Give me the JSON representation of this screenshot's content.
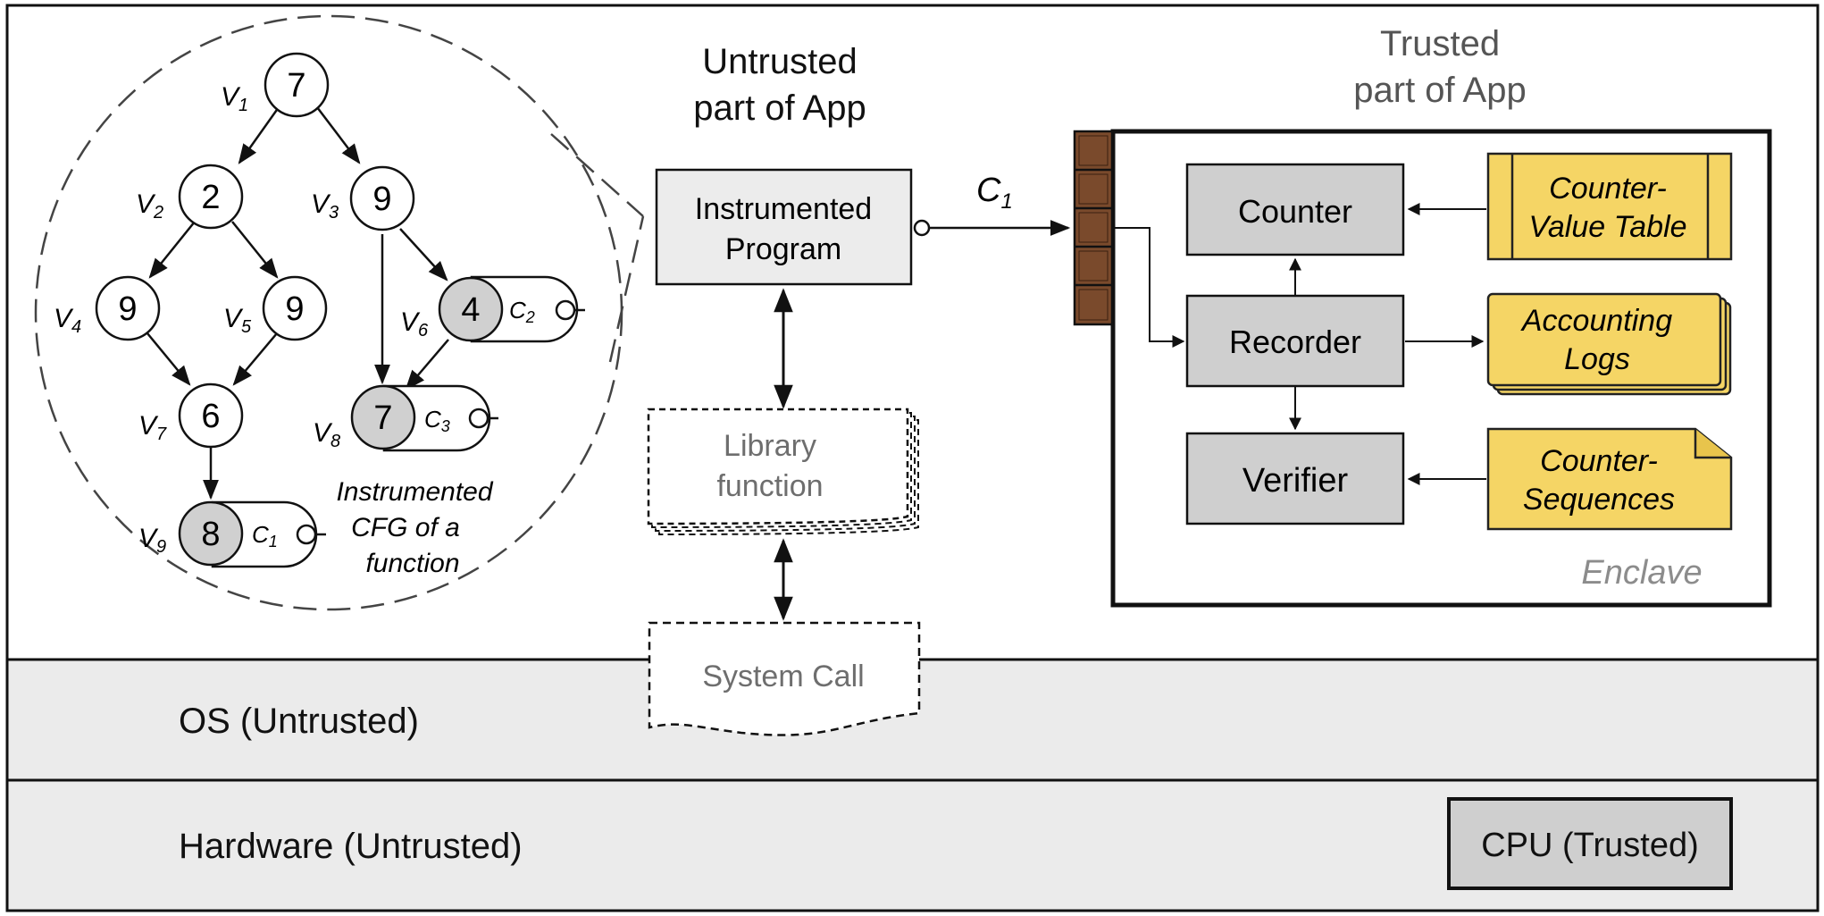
{
  "layers": {
    "os": "OS (Untrusted)",
    "hardware": "Hardware (Untrusted)",
    "cpu": "CPU (Trusted)"
  },
  "headings": {
    "untrusted": [
      "Untrusted",
      "part of App"
    ],
    "trusted": [
      "Trusted",
      "part of App"
    ]
  },
  "untrusted_side": {
    "program": [
      "Instrumented",
      "Program"
    ],
    "library": [
      "Library",
      "function"
    ],
    "syscall": "System Call",
    "call_label": "C",
    "call_sub": "1"
  },
  "enclave": {
    "label": "Enclave",
    "counter": "Counter",
    "recorder": "Recorder",
    "verifier": "Verifier",
    "counter_value_table": [
      "Counter-",
      "Value Table"
    ],
    "accounting_logs": [
      "Accounting",
      "Logs"
    ],
    "counter_sequences": [
      "Counter-",
      "Sequences"
    ]
  },
  "cfg": {
    "caption": [
      "Instrumented",
      "CFG of a",
      "function"
    ],
    "nodes": [
      {
        "id": "v1",
        "label": "V",
        "sub": "1",
        "value": "7",
        "instrumented": false
      },
      {
        "id": "v2",
        "label": "V",
        "sub": "2",
        "value": "2",
        "instrumented": false
      },
      {
        "id": "v3",
        "label": "V",
        "sub": "3",
        "value": "9",
        "instrumented": false
      },
      {
        "id": "v4",
        "label": "V",
        "sub": "4",
        "value": "9",
        "instrumented": false
      },
      {
        "id": "v5",
        "label": "V",
        "sub": "5",
        "value": "9",
        "instrumented": false
      },
      {
        "id": "v6",
        "label": "V",
        "sub": "6",
        "value": "4",
        "instrumented": true,
        "counter": "C",
        "counter_sub": "2"
      },
      {
        "id": "v7",
        "label": "V",
        "sub": "7",
        "value": "6",
        "instrumented": false
      },
      {
        "id": "v8",
        "label": "V",
        "sub": "8",
        "value": "7",
        "instrumented": true,
        "counter": "C",
        "counter_sub": "3"
      },
      {
        "id": "v9",
        "label": "V",
        "sub": "9",
        "value": "8",
        "instrumented": true,
        "counter": "C",
        "counter_sub": "1"
      }
    ],
    "edges": [
      [
        "v1",
        "v2"
      ],
      [
        "v1",
        "v3"
      ],
      [
        "v2",
        "v4"
      ],
      [
        "v2",
        "v5"
      ],
      [
        "v3",
        "v6"
      ],
      [
        "v3",
        "v8"
      ],
      [
        "v4",
        "v7"
      ],
      [
        "v5",
        "v7"
      ],
      [
        "v6",
        "v8"
      ],
      [
        "v7",
        "v9"
      ]
    ]
  },
  "colors": {
    "yellow": "#f5d565",
    "queue_brown": "#7a4a2c",
    "grey_box": "#cfcfcf",
    "instrumented_node": "#d0d0d0"
  }
}
